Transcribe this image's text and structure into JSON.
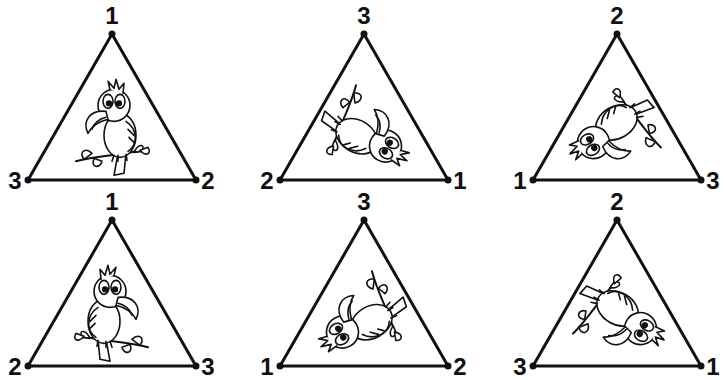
{
  "diagram": {
    "labels": [
      "1",
      "3",
      "2",
      "3",
      "2",
      "1",
      "2",
      "1",
      "3",
      "1",
      "2",
      "3",
      "3",
      "1",
      "2",
      "2",
      "3",
      "1"
    ]
  }
}
